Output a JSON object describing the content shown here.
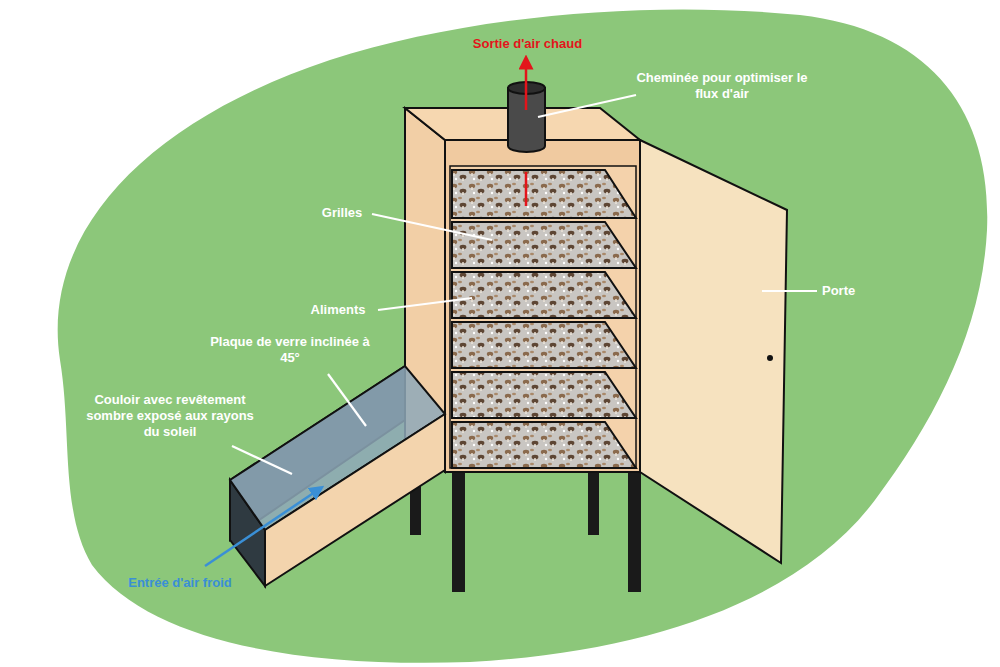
{
  "diagram": {
    "labels": [
      "Sortie d'air chaud",
      "Cheminée pour optimiser le flux d'air",
      "Grilles",
      "Aliments",
      "Porte",
      "Plaque de verre inclinée à 45°",
      "Couloir avec revêtement sombre exposé aux rayons du soleil",
      "Entrée d'air froid"
    ]
  }
}
